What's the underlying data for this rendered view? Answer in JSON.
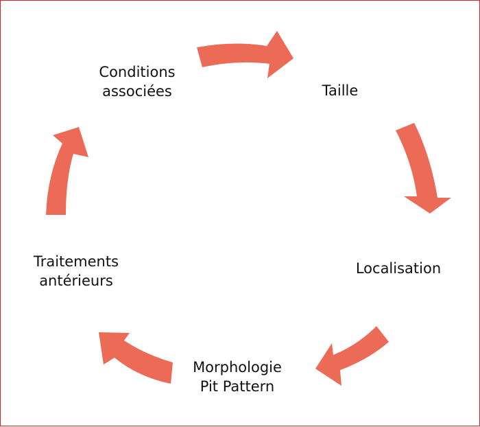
{
  "colors": {
    "arrow": "#ec6b56",
    "border": "#d2232a",
    "text": "#111111"
  },
  "nodes": {
    "conditions": {
      "line1": "Conditions",
      "line2": "associées"
    },
    "taille": {
      "line1": "Taille"
    },
    "localisation": {
      "line1": "Localisation"
    },
    "morphologie": {
      "line1": "Morphologie",
      "line2": "Pit Pattern"
    },
    "traitements": {
      "line1": "Traitements",
      "line2": "antérieurs"
    }
  }
}
